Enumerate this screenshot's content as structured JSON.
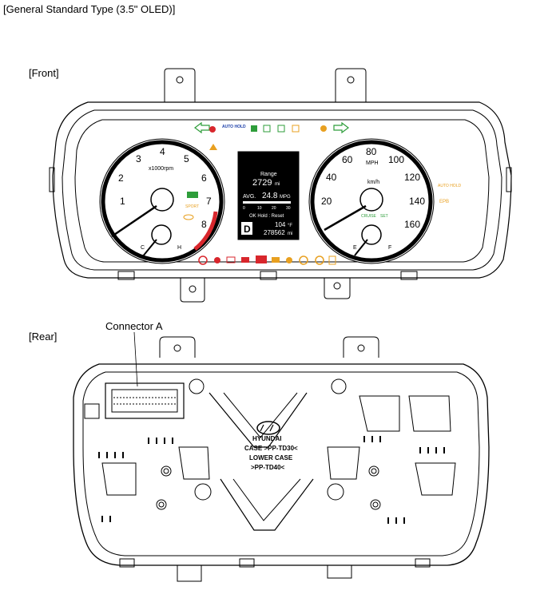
{
  "title": "[General Standard Type (3.5\" OLED)]",
  "front_label": "[Front]",
  "rear_label": "[Rear]",
  "connector_label": "Connector A",
  "tachometer": {
    "unit": "x1000rpm",
    "numbers": [
      "1",
      "2",
      "3",
      "4",
      "5",
      "6",
      "7",
      "8"
    ],
    "c_label": "C",
    "h_label": "H",
    "sport": "SPORT"
  },
  "speedometer": {
    "unit": "MPH",
    "unit_kmh": "km/h",
    "numbers": [
      "20",
      "40",
      "60",
      "80",
      "100",
      "120",
      "140",
      "160"
    ],
    "e_label": "E",
    "f_label": "F",
    "cruise": "CRUISE",
    "set": "SET",
    "auto_hold": "AUTO HOLD",
    "epb": "EPB"
  },
  "top_indicators": {
    "auto_hold": "AUTO HOLD"
  },
  "oled": {
    "range_label": "Range",
    "range_value": "2729",
    "range_unit": "mi",
    "avg_label": "AVG.",
    "avg_value": "24.8",
    "avg_unit": "MPG",
    "scale": [
      "0",
      "10",
      "20",
      "30"
    ],
    "hold_reset": "OK Hold : Reset",
    "gear": "D",
    "temp": "104",
    "temp_unit": "°F",
    "odometer": "278562",
    "odo_unit": "mi"
  },
  "rear": {
    "brand": "HYUNDAI",
    "case_line1": "CASE >PP-TD30<",
    "case_line2": "LOWER CASE",
    "case_line3": ">PP-TD40<"
  },
  "colors": {
    "green": "#2e9d3a",
    "amber": "#e8a020",
    "red": "#d8262c",
    "blue": "#1c3fa8"
  }
}
